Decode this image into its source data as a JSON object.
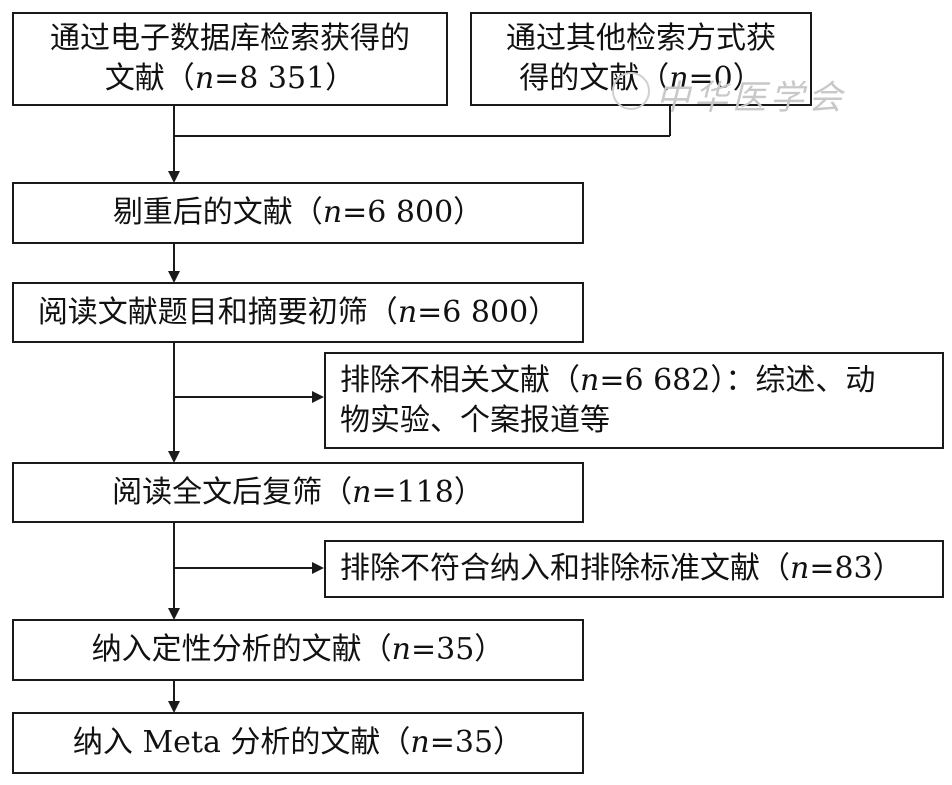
{
  "boxes": {
    "db_search": {
      "line1": "通过电子数据库检索获得的",
      "line2_pre": "文献（",
      "n_var": "n",
      "line2_post": "=8 351）"
    },
    "other_search": {
      "line1": "通过其他检索方式获",
      "line2_pre": "得的文献（",
      "n_var": "n",
      "line2_post": "=0）"
    },
    "dedup": {
      "pre": "剔重后的文献（",
      "n_var": "n",
      "post": "=6 800）"
    },
    "title_abstract": {
      "pre": "阅读文献题目和摘要初筛（",
      "n_var": "n",
      "post": "=6 800）"
    },
    "excluded_irrelevant": {
      "line1_pre": "排除不相关文献（",
      "n_var": "n",
      "line1_post": "=6 682）：综述、动",
      "line2": "物实验、个案报道等"
    },
    "fulltext": {
      "pre": "阅读全文后复筛（",
      "n_var": "n",
      "post": "=118）"
    },
    "excluded_criteria": {
      "pre": "排除不符合纳入和排除标准文献（",
      "n_var": "n",
      "post": "=83）"
    },
    "qualitative": {
      "pre": "纳入定性分析的文献（",
      "n_var": "n",
      "post": "=35）"
    },
    "meta": {
      "pre": "纳入 Meta 分析的文献（",
      "n_var": "n",
      "post": "=35）"
    }
  },
  "watermark": {
    "text": "中华医学会",
    "color": "#c8c8c8"
  },
  "colors": {
    "stroke": "#1a1a1a",
    "text": "#111111",
    "background": "#ffffff"
  }
}
